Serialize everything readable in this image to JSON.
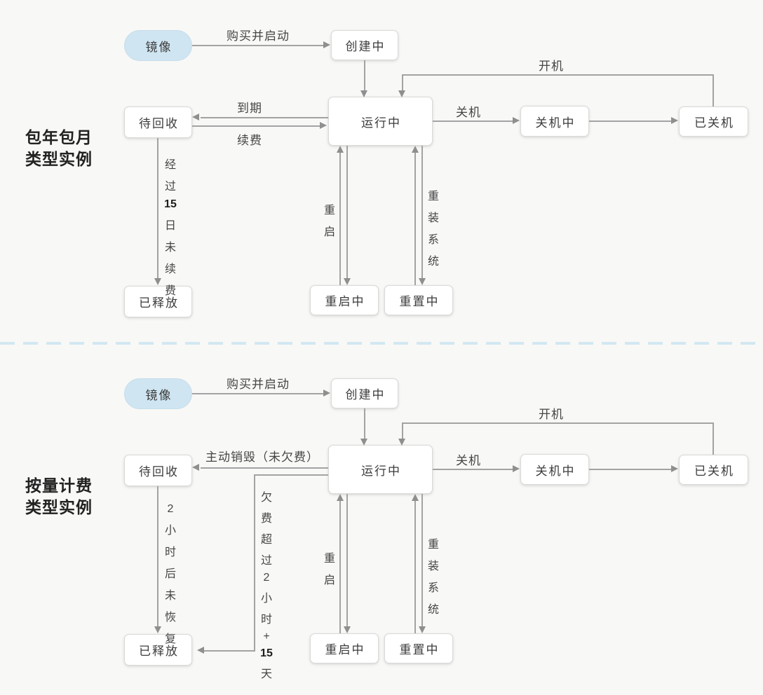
{
  "colors": {
    "background": "#f8f8f6",
    "box_background": "#ffffff",
    "box_border": "#dadad8",
    "image_pill_background": "#cfe5f1",
    "line": "#a3a3a3",
    "divider": "#d2e8f2",
    "text": "#3b3b3b"
  },
  "sections": [
    {
      "title_lines": [
        "包年包月",
        "类型实例"
      ],
      "nodes": {
        "mirror": "镜像",
        "creating": "创建中",
        "running": "运行中",
        "recycle": "待回收",
        "stopping": "关机中",
        "stopped": "已关机",
        "rebooting": "重启中",
        "resetting": "重置中",
        "released": "已释放"
      },
      "edges": {
        "buy": "购买并启动",
        "poweron": "开机",
        "shutdown": "关机",
        "expire": "到期",
        "renew": "续费",
        "reboot": [
          "重",
          "启"
        ],
        "reinstall": [
          "重",
          "装",
          "系",
          "统"
        ],
        "release": [
          "经",
          "过",
          {
            "text": "15",
            "bold": true
          },
          "日",
          "未",
          "续",
          "费"
        ]
      }
    },
    {
      "title_lines": [
        "按量计费",
        "类型实例"
      ],
      "nodes": {
        "mirror": "镜像",
        "creating": "创建中",
        "running": "运行中",
        "recycle": "待回收",
        "stopping": "关机中",
        "stopped": "已关机",
        "rebooting": "重启中",
        "resetting": "重置中",
        "released": "已释放"
      },
      "edges": {
        "buy": "购买并启动",
        "poweron": "开机",
        "shutdown": "关机",
        "destroy": "主动销毁（未欠费）",
        "reboot": [
          "重",
          "启"
        ],
        "reinstall": [
          "重",
          "装",
          "系",
          "统"
        ],
        "release": [
          "2",
          "小",
          "时",
          "后",
          "未",
          "恢",
          "复"
        ],
        "arrears": [
          "欠",
          "费",
          "超",
          "过",
          "2",
          "小",
          "时",
          "+",
          {
            "text": "15",
            "bold": true
          },
          "天"
        ]
      }
    }
  ]
}
